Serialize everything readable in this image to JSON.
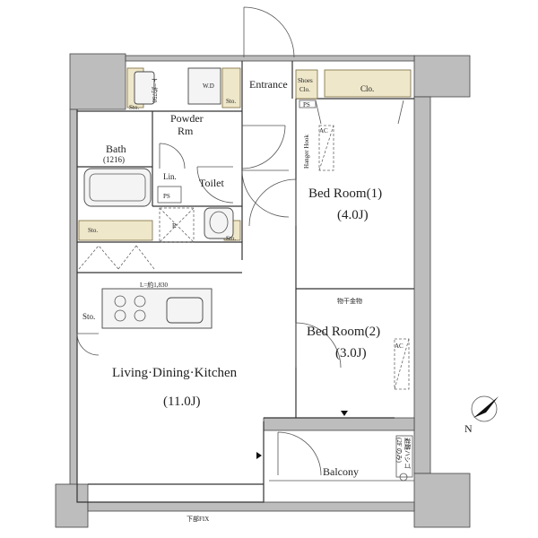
{
  "rooms": {
    "ldk": "Living·Dining·Kitchen",
    "ldk_size": "(11.0J)",
    "bed1": "Bed Room(1)",
    "bed1_size": "(4.0J)",
    "bed2": "Bed Room(2)",
    "bed2_size": "(3.0J)",
    "bath": "Bath",
    "bath_size": "(1216)",
    "powder": "Powder",
    "powder_rm": "Rm",
    "toilet": "Toilet",
    "entrance": "Entrance",
    "balcony": "Balcony"
  },
  "small_labels": {
    "wd": "W.D",
    "sto": "Sto.",
    "lin": "Lin.",
    "ps": "PS",
    "shoes": "Shoes",
    "shoes_clo": "Clo.",
    "clo": "Clo.",
    "ac": "AC",
    "hanger_hook": "Hanger Hook",
    "monohoshi": "物干金物",
    "kitchen_len": "L=約1,830",
    "lower_fix": "下部FIX",
    "evac_ladder": "避難ハシゴ",
    "evac_floor": "(2F のみ)",
    "r": "R",
    "hatch": "ト=約750"
  },
  "compass": {
    "north": "N"
  }
}
